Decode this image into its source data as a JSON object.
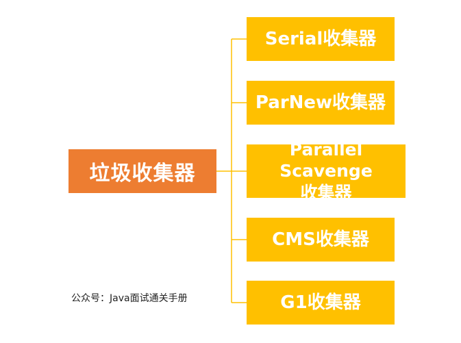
{
  "diagram": {
    "root": {
      "label": "垃圾收集器"
    },
    "children": [
      {
        "label": "Serial收集器"
      },
      {
        "label": "ParNew收集器"
      },
      {
        "label_line1": "Parallel Scavenge",
        "label_line2": "收集器"
      },
      {
        "label": "CMS收集器"
      },
      {
        "label": "G1收集器"
      }
    ]
  },
  "caption": "公众号：Java面试通关手册",
  "colors": {
    "root_fill": "#ed7d31",
    "leaf_fill": "#ffc000",
    "connector": "#ffc000",
    "text": "#ffffff"
  }
}
